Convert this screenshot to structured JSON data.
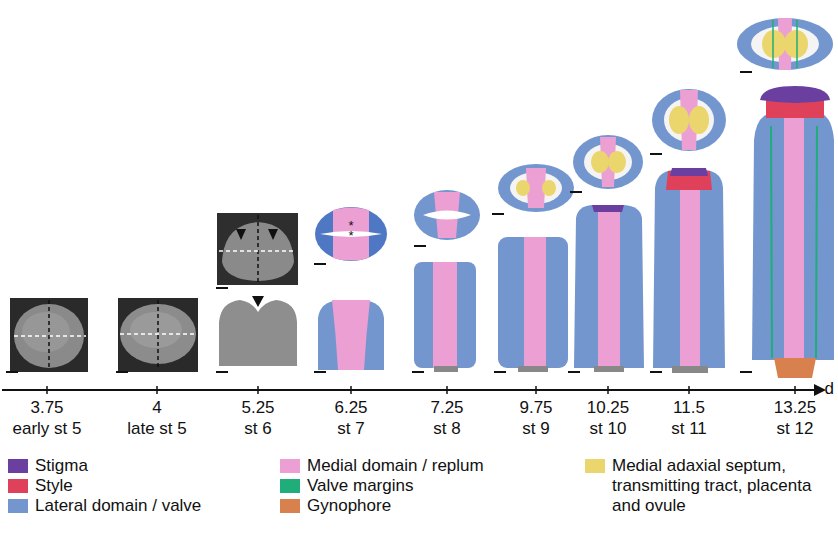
{
  "diagram": {
    "labels": [
      "3.75",
      "early st 5",
      "4",
      "late st 5",
      "5.25",
      "st 6",
      "6.25",
      "st 7",
      "7.25",
      "st 8",
      "9.75",
      "st 9",
      "10.25",
      "st 10",
      "11.5",
      "st 11",
      "13.25",
      "st 12",
      "d",
      "*",
      "*"
    ],
    "legend": [
      {
        "text": "Stigma",
        "color": "#6b3fa0"
      },
      {
        "text": "Style",
        "color": "#e0415a"
      },
      {
        "text": "Lateral domain / valve",
        "color": "#7396cf"
      },
      {
        "text": "Medial domain / replum",
        "color": "#ec9fd2"
      },
      {
        "text": "Valve margins",
        "color": "#1fae7a"
      },
      {
        "text": "Gynophore",
        "color": "#d9804f"
      },
      {
        "text": "Medial adaxial septum, transmitting tract, placenta and ovule",
        "color": "#ead66c"
      }
    ]
  }
}
